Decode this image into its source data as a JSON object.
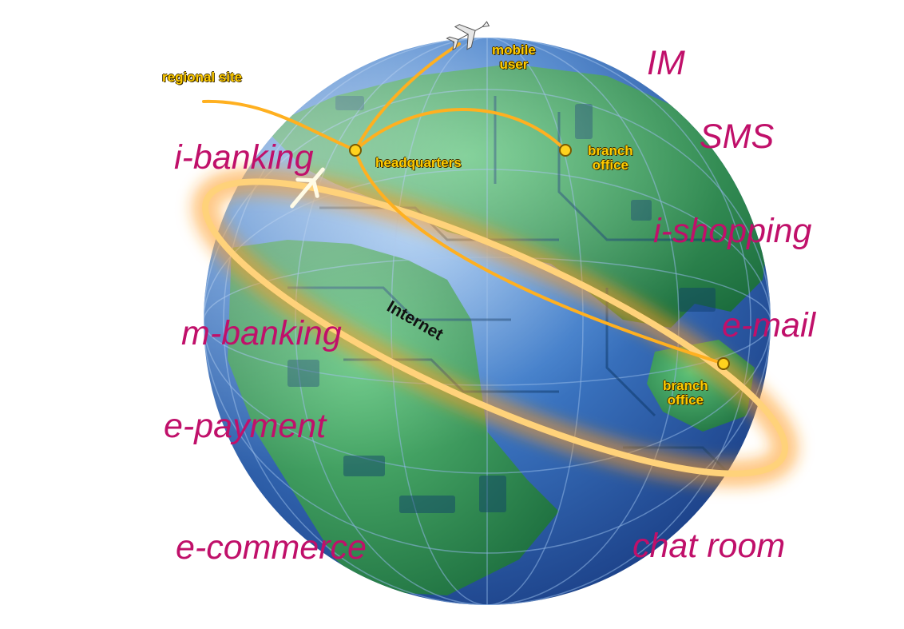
{
  "colors": {
    "service_text": "#c0106a",
    "network_text": "#ffcc00",
    "internet_text": "#111111",
    "ocean": "#3a73c4",
    "land": "#2f9a56",
    "link": "#ffb020"
  },
  "services": {
    "im": "IM",
    "sms": "SMS",
    "i_banking": "i-banking",
    "i_shopping": "i-shopping",
    "e_mail": "e-mail",
    "m_banking": "m-banking",
    "e_payment": "e-payment",
    "e_commerce": "e-commerce",
    "chat_room": "chat room"
  },
  "network": {
    "regional_site": "regional site",
    "mobile_user": [
      "mobile",
      "user"
    ],
    "headquarters": "headquarters",
    "branch_office_1": [
      "branch",
      "office"
    ],
    "branch_office_2": [
      "branch",
      "office"
    ],
    "internet": "Internet"
  }
}
